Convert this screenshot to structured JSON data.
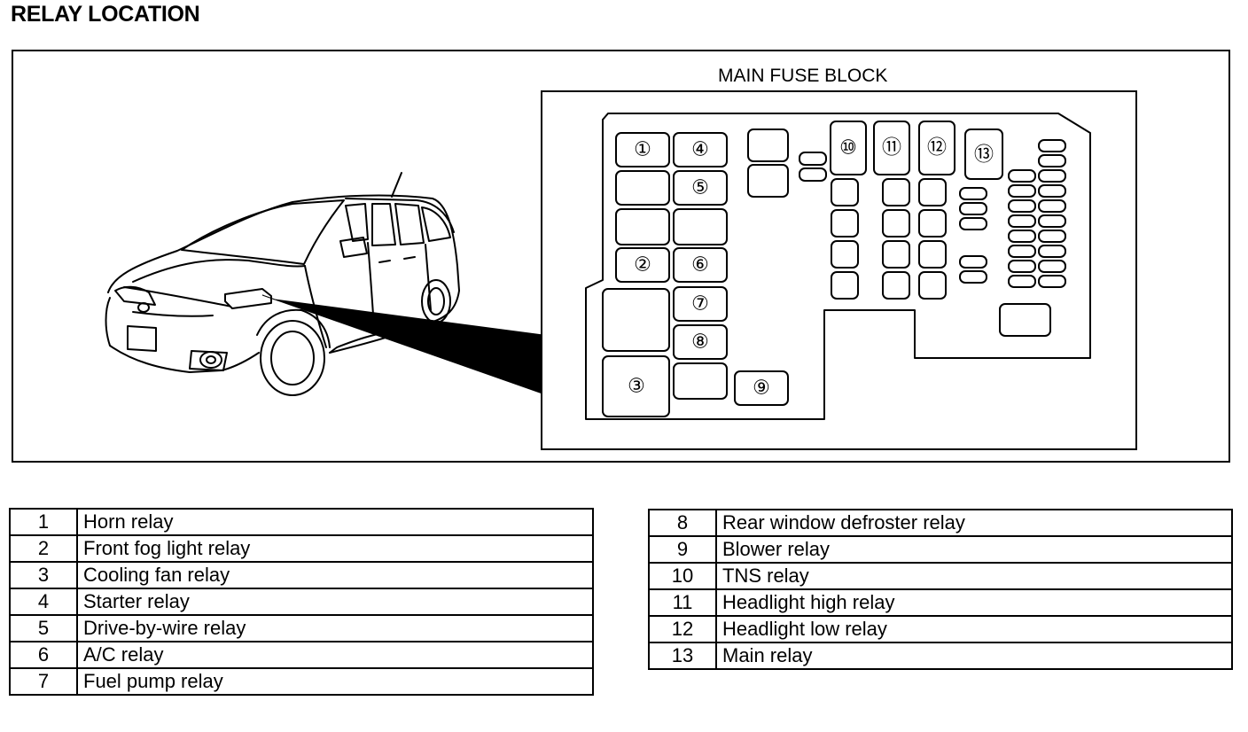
{
  "header": {
    "title": "RELAY LOCATION"
  },
  "figure": {
    "fuse_block_title": "MAIN FUSE BLOCK",
    "relay_markers": [
      "①",
      "②",
      "③",
      "④",
      "⑤",
      "⑥",
      "⑦",
      "⑧",
      "⑨",
      "⑩",
      "⑪",
      "⑫",
      "⑬"
    ]
  },
  "legend": {
    "left": [
      {
        "num": "1",
        "name": "Horn relay"
      },
      {
        "num": "2",
        "name": "Front fog light relay"
      },
      {
        "num": "3",
        "name": "Cooling fan relay"
      },
      {
        "num": "4",
        "name": "Starter relay"
      },
      {
        "num": "5",
        "name": "Drive-by-wire relay"
      },
      {
        "num": "6",
        "name": "A/C relay"
      },
      {
        "num": "7",
        "name": "Fuel pump relay"
      }
    ],
    "right": [
      {
        "num": "8",
        "name": "Rear window defroster relay"
      },
      {
        "num": "9",
        "name": "Blower relay"
      },
      {
        "num": "10",
        "name": "TNS relay"
      },
      {
        "num": "11",
        "name": "Headlight high relay"
      },
      {
        "num": "12",
        "name": "Headlight low relay"
      },
      {
        "num": "13",
        "name": "Main relay"
      }
    ]
  }
}
